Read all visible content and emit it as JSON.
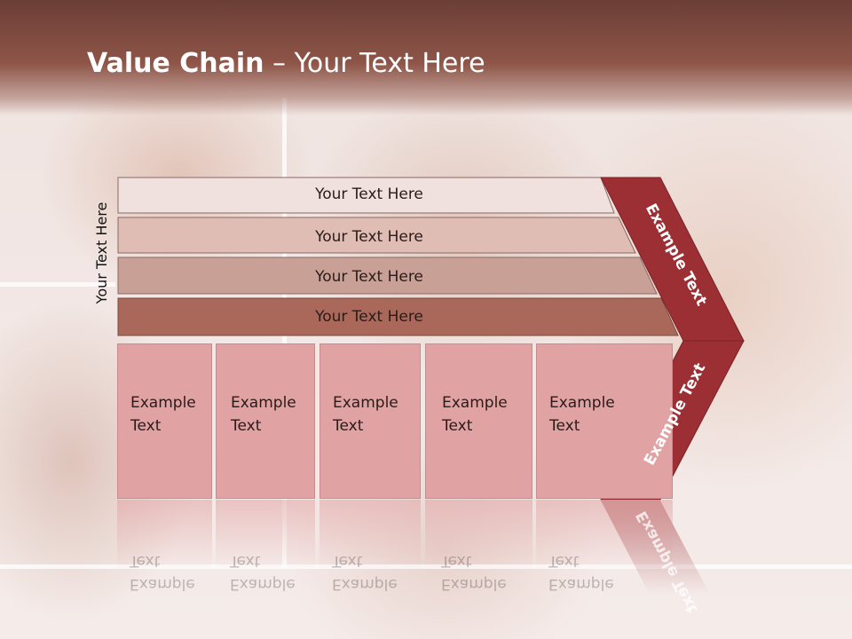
{
  "slide": {
    "title_bold": "Value Chain",
    "title_rest": " – Your Text Here",
    "side_label": "Your Text Here",
    "bars": [
      {
        "label": "Your Text Here"
      },
      {
        "label": "Your Text Here"
      },
      {
        "label": "Your Text Here"
      },
      {
        "label": "Your Text Here"
      }
    ],
    "boxes": [
      {
        "line1": "Example",
        "line2": "Text"
      },
      {
        "line1": "Example",
        "line2": "Text"
      },
      {
        "line1": "Example",
        "line2": "Text"
      },
      {
        "line1": "Example",
        "line2": "Text"
      },
      {
        "line1": "Example",
        "line2": "Text"
      }
    ],
    "chevron_upper": "Example Text",
    "chevron_lower": "Example Text",
    "colors": {
      "title_bar": "#7a463d",
      "chevron": "#9b2f33",
      "box": "#e1a2a3",
      "bar_1": "#f0e0de",
      "bar_2": "#dfbcb4",
      "bar_3": "#c9a096",
      "bar_4": "#a9685a"
    }
  }
}
